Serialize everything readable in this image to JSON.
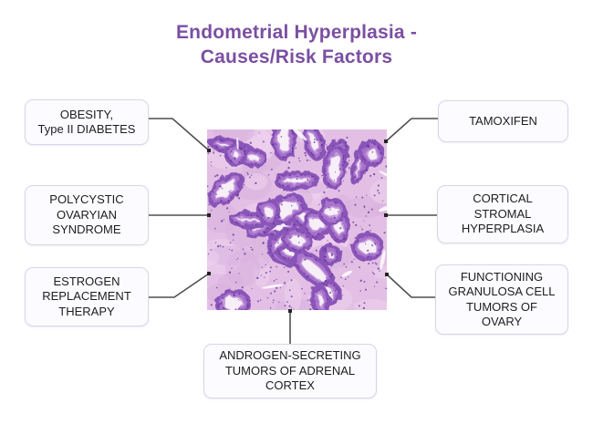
{
  "title": {
    "text": "Endometrial Hyperplasia -\nCauses/Risk Factors"
  },
  "boxes": [
    {
      "id": "obesity",
      "label": "OBESITY,\nType II DIABETES"
    },
    {
      "id": "pcos",
      "label": "POLYCYSTIC\nOVARYIAN\nSYNDROME"
    },
    {
      "id": "estrogen",
      "label": "ESTROGEN\nREPLACEMENT\nTHERAPY"
    },
    {
      "id": "tamoxifen",
      "label": "TAMOXIFEN"
    },
    {
      "id": "cortical",
      "label": "CORTICAL\nSTROMAL\nHYPERPLASIA"
    },
    {
      "id": "granulosa",
      "label": "FUNCTIONING\nGRANULOSA CELL\nTUMORS OF\nOVARY"
    },
    {
      "id": "androgen",
      "label": "ANDROGEN-SECRETING\nTUMORS OF ADRENAL\nCORTEX"
    }
  ],
  "central_image": {
    "alt": "Histology micrograph of endometrial hyperplasia (H&E stained glandular tissue)"
  },
  "colors": {
    "title_purple": "#7b4fa2",
    "box_background": "#fcfbff",
    "box_border": "#d9d5ea",
    "box_text": "#1d1d1f",
    "connector_line": "#4f4f4f",
    "micrograph_base": "#e3bfe5",
    "micrograph_gland": "#a973cd",
    "micrograph_epithelium": "#8a54b8",
    "micrograph_nuclei": "#5f3397",
    "micrograph_lumen": "#f7eef8"
  }
}
